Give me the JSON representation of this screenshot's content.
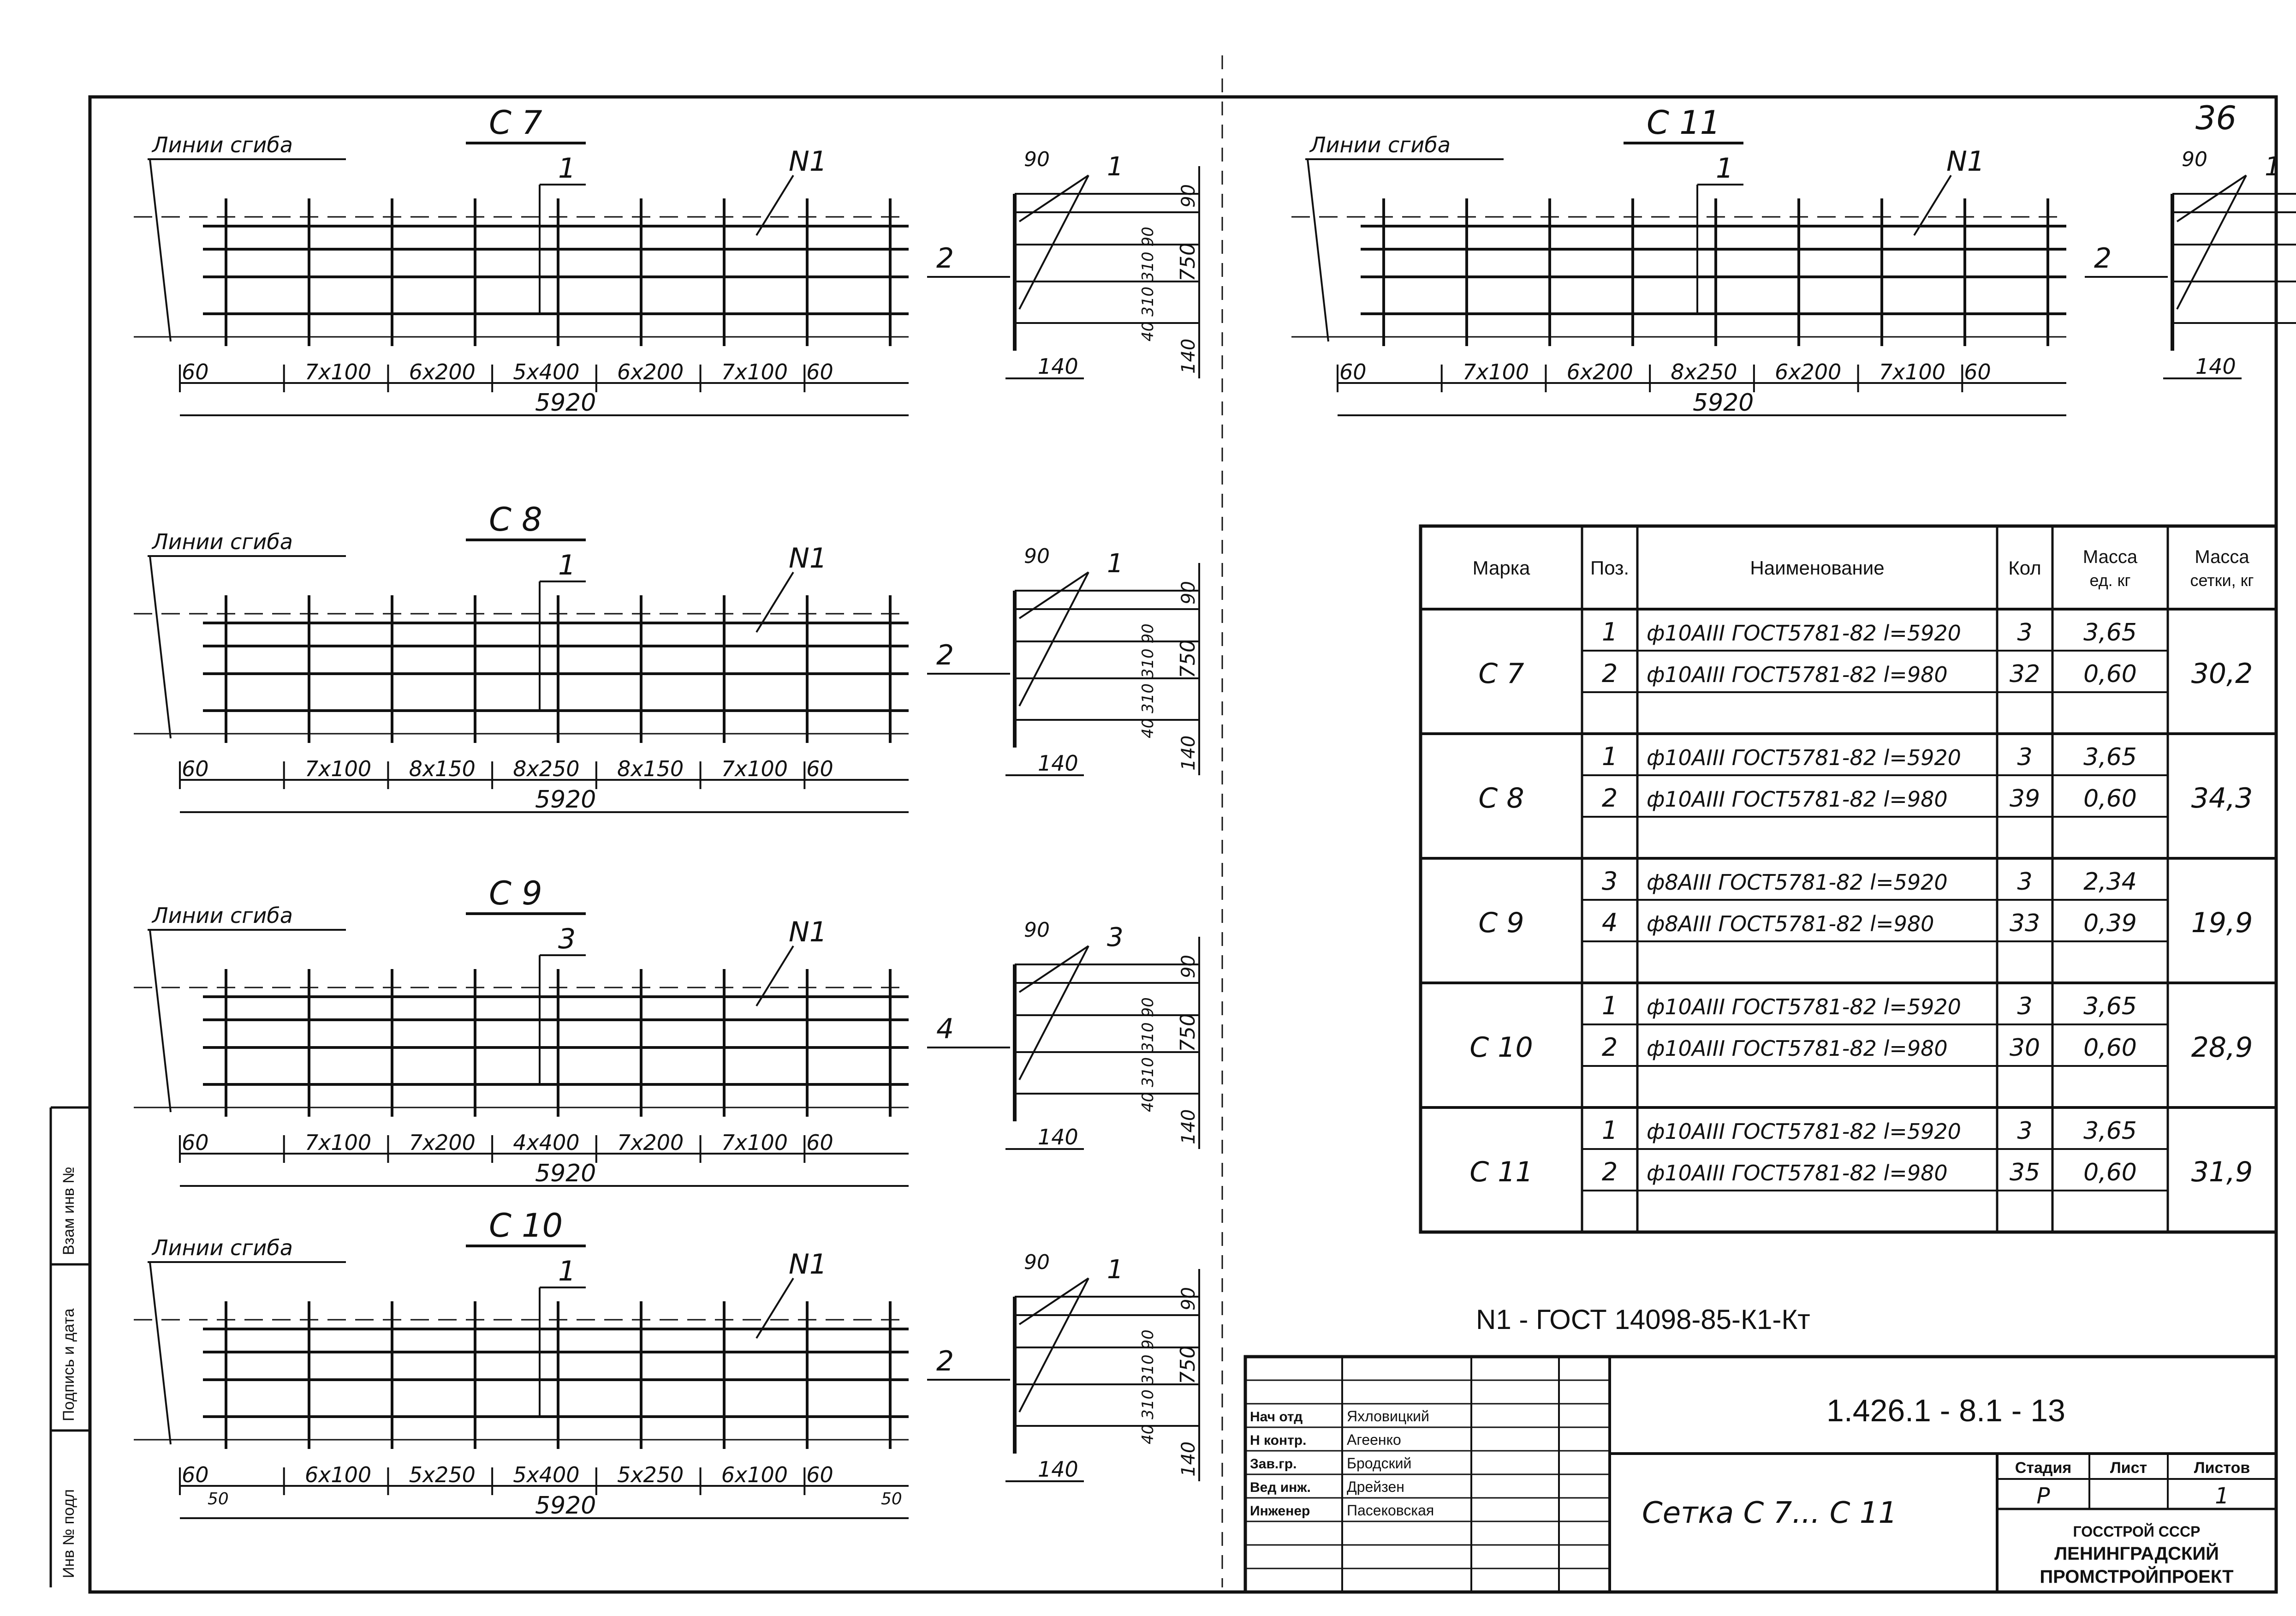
{
  "sheet": {
    "corner_number": "36",
    "sheet_code": "1.426.1 - 8.1 - 13",
    "title": "Сетка С 7... С 11"
  },
  "bend_label": "Линии сгиба",
  "meshes": [
    {
      "name": "С 7",
      "pos_label": "1",
      "n1_label": "N1",
      "side_label": "2",
      "segments": [
        "60",
        "7x100",
        "6x200",
        "5x400",
        "6x200",
        "7x100",
        "60"
      ],
      "total": "5920"
    },
    {
      "name": "С 8",
      "pos_label": "1",
      "n1_label": "N1",
      "side_label": "2",
      "segments": [
        "60",
        "7x100",
        "8x150",
        "8x250",
        "8x150",
        "7x100",
        "60"
      ],
      "total": "5920"
    },
    {
      "name": "С 9",
      "pos_label": "3",
      "n1_label": "N1",
      "side_label": "4",
      "segments": [
        "60",
        "7x100",
        "7x200",
        "4x400",
        "7x200",
        "7x100",
        "60"
      ],
      "total": "5920"
    },
    {
      "name": "С 10",
      "pos_label": "1",
      "n1_label": "N1",
      "side_label": "2",
      "segments": [
        "60",
        "6x100",
        "5x250",
        "5x400",
        "5x250",
        "6x100",
        "60"
      ],
      "total": "5920",
      "sub": [
        "50",
        "50"
      ]
    },
    {
      "name": "С 11",
      "pos_label": "1",
      "n1_label": "N1",
      "side_label": "2",
      "segments": [
        "60",
        "7x100",
        "6x200",
        "8x250",
        "6x200",
        "7x100",
        "60"
      ],
      "total": "5920"
    }
  ],
  "section": {
    "top": "90",
    "inner": "40 310 310 90",
    "total": "750",
    "bottom": "140",
    "width": "140",
    "top_width": "90"
  },
  "table": {
    "headers": [
      "Марка",
      "Поз.",
      "Наименование",
      "Кол",
      "Масса ед. кг",
      "Масса сетки, кг"
    ],
    "groups": [
      {
        "mark": "С 7",
        "total": "30,2",
        "rows": [
          {
            "pos": "1",
            "name": "ф10АIII ГОСТ5781-82 l=5920",
            "qty": "3",
            "mass": "3,65"
          },
          {
            "pos": "2",
            "name": "ф10АIII ГОСТ5781-82 l=980",
            "qty": "32",
            "mass": "0,60"
          }
        ]
      },
      {
        "mark": "С 8",
        "total": "34,3",
        "rows": [
          {
            "pos": "1",
            "name": "ф10АIII ГОСТ5781-82 l=5920",
            "qty": "3",
            "mass": "3,65"
          },
          {
            "pos": "2",
            "name": "ф10АIII ГОСТ5781-82 l=980",
            "qty": "39",
            "mass": "0,60"
          }
        ]
      },
      {
        "mark": "С 9",
        "total": "19,9",
        "rows": [
          {
            "pos": "3",
            "name": "ф8АIII ГОСТ5781-82 l=5920",
            "qty": "3",
            "mass": "2,34"
          },
          {
            "pos": "4",
            "name": "ф8АIII ГОСТ5781-82 l=980",
            "qty": "33",
            "mass": "0,39"
          }
        ]
      },
      {
        "mark": "С 10",
        "total": "28,9",
        "rows": [
          {
            "pos": "1",
            "name": "ф10АIII ГОСТ5781-82 l=5920",
            "qty": "3",
            "mass": "3,65"
          },
          {
            "pos": "2",
            "name": "ф10АIII ГОСТ5781-82 l=980",
            "qty": "30",
            "mass": "0,60"
          }
        ]
      },
      {
        "mark": "С 11",
        "total": "31,9",
        "rows": [
          {
            "pos": "1",
            "name": "ф10АIII ГОСТ5781-82 l=5920",
            "qty": "3",
            "mass": "3,65"
          },
          {
            "pos": "2",
            "name": "ф10АIII ГОСТ5781-82 l=980",
            "qty": "35",
            "mass": "0,60"
          }
        ]
      }
    ]
  },
  "note": "N1 - ГОСТ 14098-85-К1-Кт",
  "titleblock": {
    "roles": [
      "Нач отд",
      "Н контр.",
      "Зав.гр.",
      "Вед инж.",
      "Инженер"
    ],
    "names": [
      "Яхловицкий",
      "Агеенко",
      "Бродский",
      "Дрейзен",
      "Пасековская"
    ],
    "stage_labels": [
      "Стадия",
      "Лист",
      "Листов"
    ],
    "stage_values": [
      "Р",
      "",
      "1"
    ],
    "org": [
      "ГОССТРОЙ СССР",
      "ЛЕНИНГРАДСКИЙ",
      "ПРОМСТРОЙПРОЕКТ"
    ]
  },
  "margin_labels": [
    "Взам инв №",
    "Подпись и дата",
    "Инв № подл"
  ]
}
